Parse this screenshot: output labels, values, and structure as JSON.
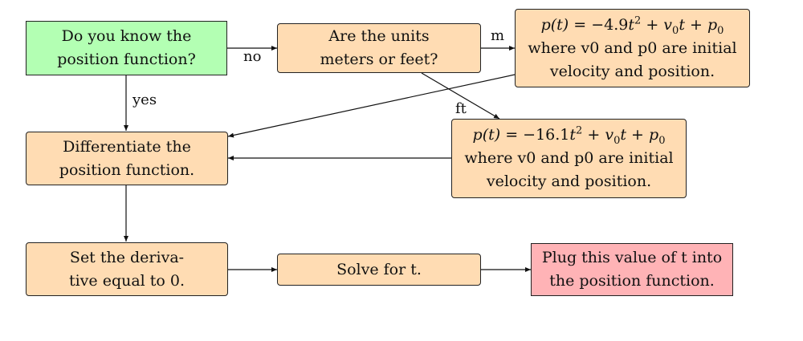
{
  "colors": {
    "start": "#b3ffb3",
    "process": "#ffdcb3",
    "end": "#ffb3b6",
    "stroke": "#222222"
  },
  "nodes": {
    "know_position": {
      "lines": [
        "Do you know the",
        "position function?"
      ]
    },
    "units_question": {
      "lines": [
        "Are the units",
        "meters or feet?"
      ]
    },
    "meters_formula": {
      "eq": {
        "lhs": "p(t) =",
        "coef": "−4.9",
        "rest1": "+",
        "v": "v",
        "sub0": "0",
        "t": "t",
        "plus2": "+",
        "p": "p",
        "sub0b": "0"
      },
      "lines": [
        "where v0 and p0 are initial",
        "velocity and position."
      ]
    },
    "feet_formula": {
      "eq": {
        "lhs": "p(t) =",
        "coef": "−16.1",
        "rest1": "+",
        "v": "v",
        "sub0": "0",
        "t": "t",
        "plus2": "+",
        "p": "p",
        "sub0b": "0"
      },
      "lines": [
        "where v0 and p0 are initial",
        "velocity and position."
      ]
    },
    "differentiate": {
      "lines": [
        "Differentiate the",
        "position function."
      ]
    },
    "set_derivative": {
      "lines": [
        "Set the deriva-",
        "tive equal to 0."
      ]
    },
    "solve_t": {
      "lines": [
        "Solve for t."
      ]
    },
    "plug_value": {
      "lines": [
        "Plug this value of t into",
        "the position function."
      ]
    }
  },
  "edge_labels": {
    "no": "no",
    "yes": "yes",
    "m": "m",
    "ft": "ft"
  }
}
